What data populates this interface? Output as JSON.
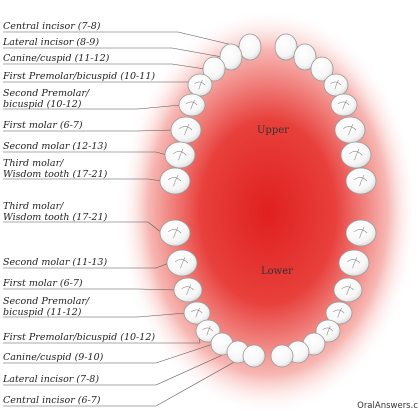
{
  "upper_label": "Upper",
  "lower_label": "Lower",
  "credit": "OralAnswers.c",
  "colors": {
    "gum_center": "#e0201f",
    "gum_edge": "#ffffff",
    "leader": "#555555",
    "tooth_outline": "#9a9a9a"
  },
  "upper_teeth": [
    {
      "name": "central-incisor",
      "line1": "Central incisor (7-8)",
      "line2": ""
    },
    {
      "name": "lateral-incisor",
      "line1": "Lateral incisor (8-9)",
      "line2": ""
    },
    {
      "name": "canine-cuspid",
      "line1": "Canine/cuspid (11-12)",
      "line2": ""
    },
    {
      "name": "first-premolar",
      "line1": "First Premolar/bicuspid (10-11)",
      "line2": ""
    },
    {
      "name": "second-premolar",
      "line1": "Second Premolar/",
      "line2": "bicuspid (10-12)"
    },
    {
      "name": "first-molar",
      "line1": "First molar (6-7)",
      "line2": ""
    },
    {
      "name": "second-molar",
      "line1": "Second molar (12-13)",
      "line2": ""
    },
    {
      "name": "third-molar",
      "line1": "Third molar/",
      "line2": "Wisdom tooth (17-21)"
    }
  ],
  "lower_teeth": [
    {
      "name": "third-molar",
      "line1": "Third molar/",
      "line2": "Wisdom tooth (17-21)"
    },
    {
      "name": "second-molar",
      "line1": "Second molar (11-13)",
      "line2": ""
    },
    {
      "name": "first-molar",
      "line1": "First molar (6-7)",
      "line2": ""
    },
    {
      "name": "second-premolar",
      "line1": "Second Premolar/",
      "line2": "bicuspid (11-12)"
    },
    {
      "name": "first-premolar",
      "line1": "First Premolar/bicuspid (10-12)",
      "line2": ""
    },
    {
      "name": "canine-cuspid",
      "line1": "Canine/cuspid (9-10)",
      "line2": ""
    },
    {
      "name": "lateral-incisor",
      "line1": "Lateral incisor (7-8)",
      "line2": ""
    },
    {
      "name": "central-incisor",
      "line1": "Central incisor (6-7)",
      "line2": ""
    }
  ]
}
